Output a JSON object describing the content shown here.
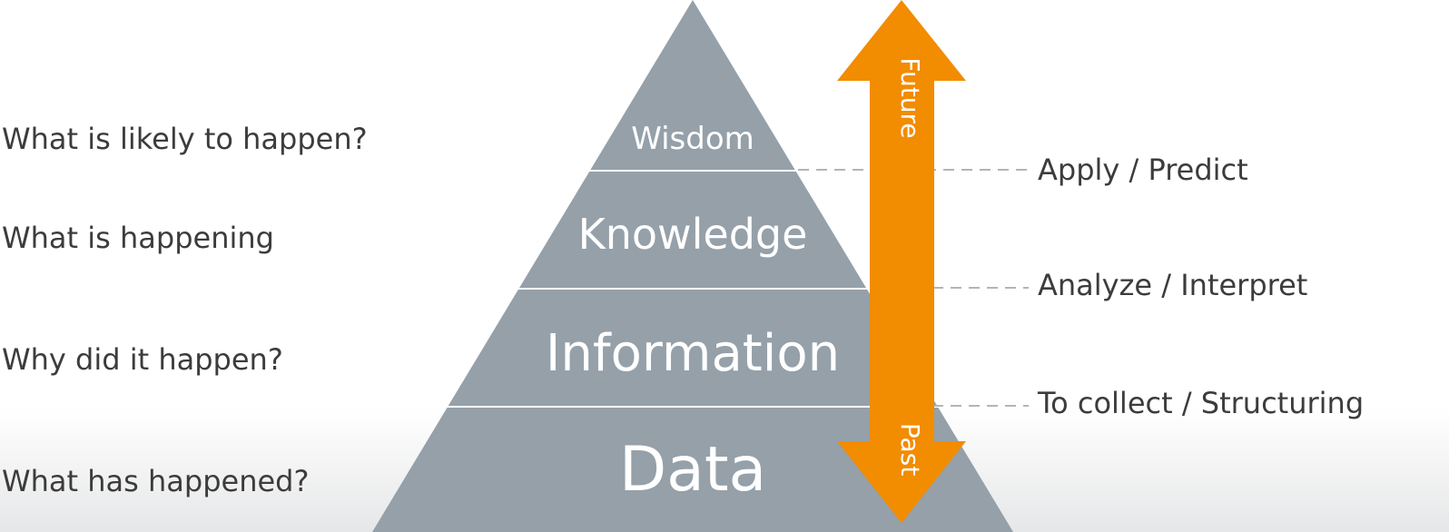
{
  "colors": {
    "pyramid": "#95a0a9",
    "divider": "#ffffff",
    "arrow": "#f28c00",
    "text": "#3c3c3c",
    "connector": "#b4b4b4"
  },
  "pyramid": {
    "levels": [
      {
        "label": "Wisdom"
      },
      {
        "label": "Knowledge"
      },
      {
        "label": "Information"
      },
      {
        "label": "Data"
      }
    ]
  },
  "questions": [
    "What is likely to happen?",
    "What is happening",
    "Why did it happen?",
    "What has happened?"
  ],
  "actions": [
    "Apply / Predict",
    "Analyze / Interpret",
    "To collect / Structuring"
  ],
  "arrow": {
    "top_label": "Future",
    "bottom_label": "Past"
  }
}
